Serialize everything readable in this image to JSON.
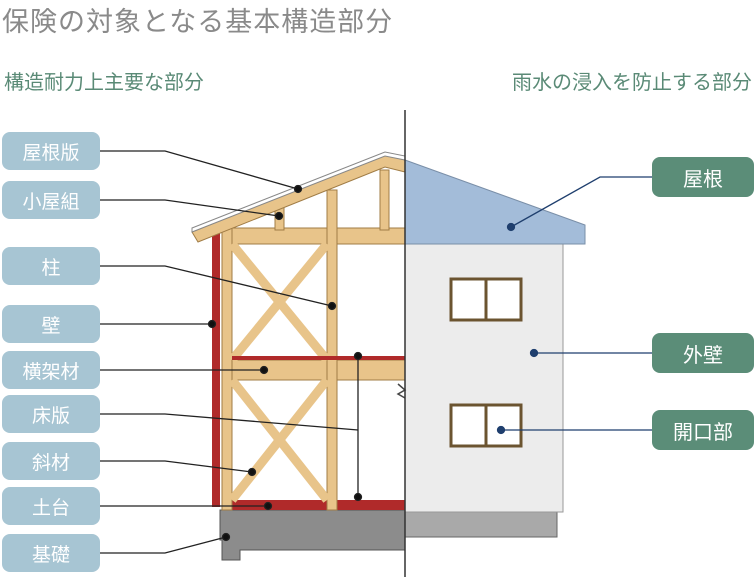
{
  "title": "保険の対象となる基本構造部分",
  "left_heading": "構造耐力上主要な部分",
  "right_heading": "雨水の浸入を防止する部分",
  "structural_labels": [
    "屋根版",
    "小屋組",
    "柱",
    "壁",
    "横架材",
    "床版",
    "斜材",
    "土台",
    "基礎"
  ],
  "waterproof_labels": [
    "屋根",
    "外壁",
    "開口部"
  ],
  "colors": {
    "structural_label_bg": "#a7c5d3",
    "waterproof_label_bg": "#5b8d78",
    "wood": "#e8c48a",
    "wood_edge": "#a07c45",
    "roof_blue": "#a3bcd9",
    "wall_gray": "#ececec",
    "foundation": "#8c8c8c",
    "sill_red": "#b02a2a"
  }
}
